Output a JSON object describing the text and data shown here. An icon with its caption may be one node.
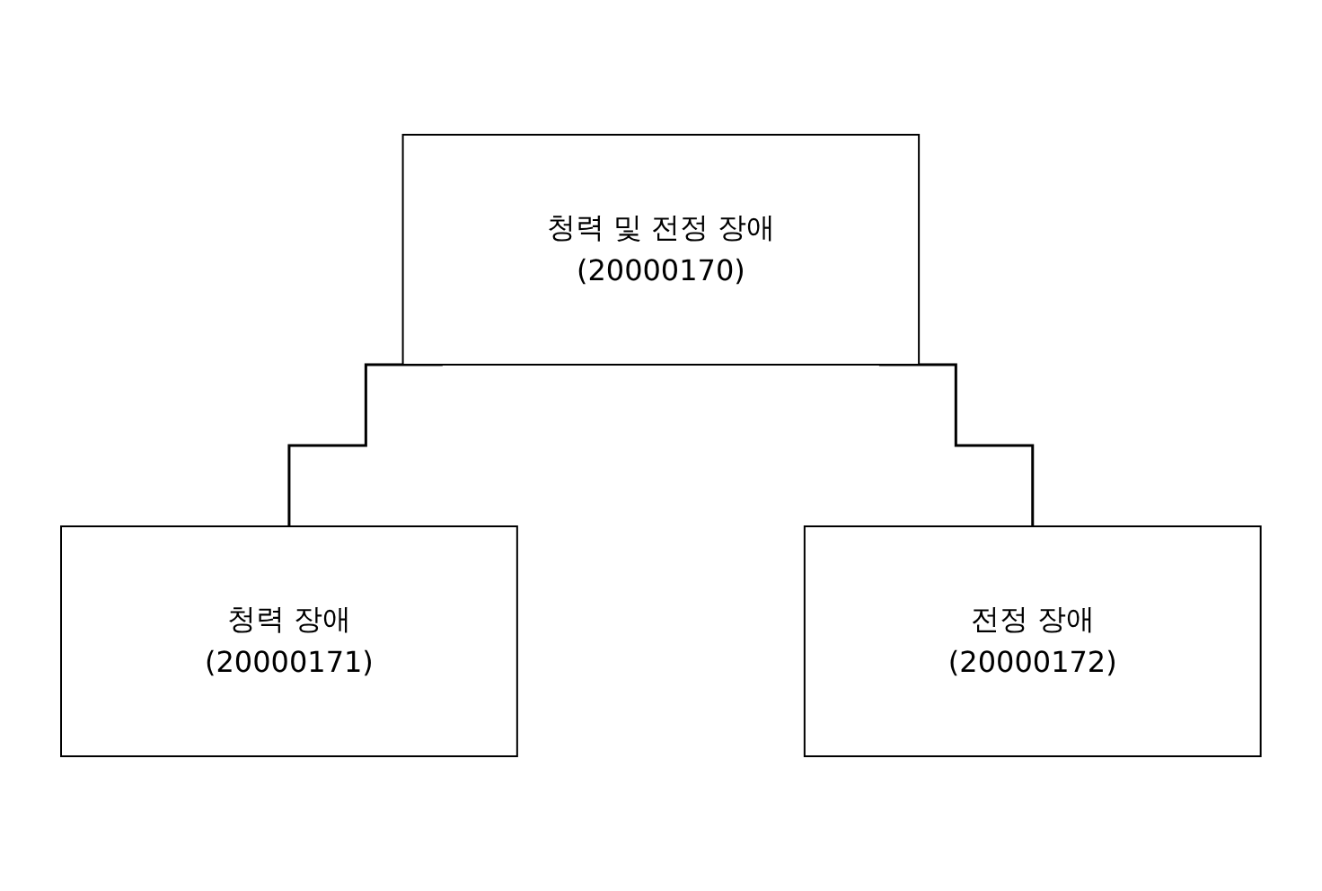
{
  "diagram": {
    "nodes": [
      {
        "text": [
          "청력 및 전정 장애",
          "(20000170)"
        ]
      },
      {
        "text": [
          "청력 장애",
          "(20000171)"
        ]
      },
      {
        "text": [
          "전정 장애",
          "(20000172)"
        ]
      }
    ],
    "edges": [
      {
        "from": 0,
        "to": 1,
        "arrow": "none"
      },
      {
        "from": 0,
        "to": 2,
        "arrow": "none"
      }
    ]
  }
}
